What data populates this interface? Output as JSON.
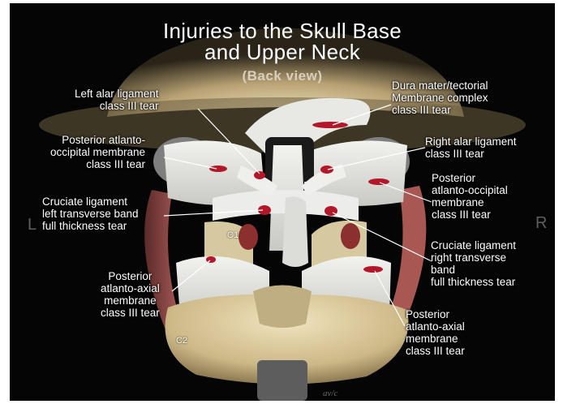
{
  "title": {
    "line1": "Injuries to the Skull Base",
    "line2": "and Upper Neck",
    "subtitle": "(Back view)"
  },
  "labels": {
    "left_alar": [
      "Left alar ligament",
      "class III tear"
    ],
    "dura": [
      "Dura mater/tectorial",
      "Membrane complex",
      "class III tear"
    ],
    "post_ao_left": [
      "Posterior atlanto-",
      "occipital membrane",
      "class III tear"
    ],
    "right_alar": [
      "Right alar ligament",
      "class III tear"
    ],
    "cruciate_left": [
      "Cruciate ligament",
      "left transverse band",
      "full thickness tear"
    ],
    "post_ao_right": [
      "Posterior",
      "atlanto-occipital",
      "membrane",
      "class III tear"
    ],
    "cruciate_right": [
      "Cruciate ligament",
      "right  transverse",
      "band",
      "full thickness tear"
    ],
    "post_aa_left": [
      "Posterior",
      "atlanto-axial",
      "membrane",
      "class III tear"
    ],
    "post_aa_right": [
      "Posterior",
      "atlanto-axial",
      "membrane",
      "class III tear"
    ]
  },
  "vertebra_labels": {
    "c1": "C1",
    "c2": "C2"
  },
  "side_labels": {
    "left": "L",
    "right": "R"
  },
  "signature": "av/c",
  "colors": {
    "background": "#050505",
    "bone": "#d8c79c",
    "ligament": "#e6e6e2",
    "tear": "#b3182a"
  }
}
